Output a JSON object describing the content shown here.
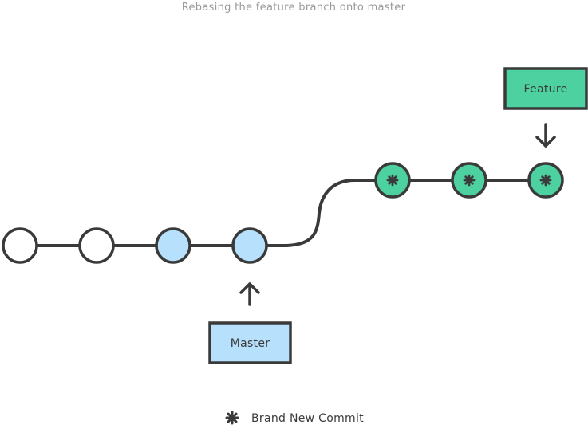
{
  "diagram": {
    "title": "Rebasing the feature branch onto master",
    "colors": {
      "stroke": "#3a3a3a",
      "old_commit": "#ffffff",
      "master_commit": "#b6e0fc",
      "new_commit": "#4dd1a0"
    },
    "commits": [
      {
        "id": "c1",
        "kind": "old"
      },
      {
        "id": "c2",
        "kind": "old"
      },
      {
        "id": "c3",
        "kind": "master"
      },
      {
        "id": "c4",
        "kind": "master"
      },
      {
        "id": "c5",
        "kind": "new"
      },
      {
        "id": "c6",
        "kind": "new"
      },
      {
        "id": "c7",
        "kind": "new"
      }
    ],
    "branches": {
      "master": {
        "label": "Master",
        "points_to": "c4"
      },
      "feature": {
        "label": "Feature",
        "points_to": "c7"
      }
    },
    "legend": {
      "icon": "asterisk-icon",
      "label": "Brand New Commit"
    }
  }
}
